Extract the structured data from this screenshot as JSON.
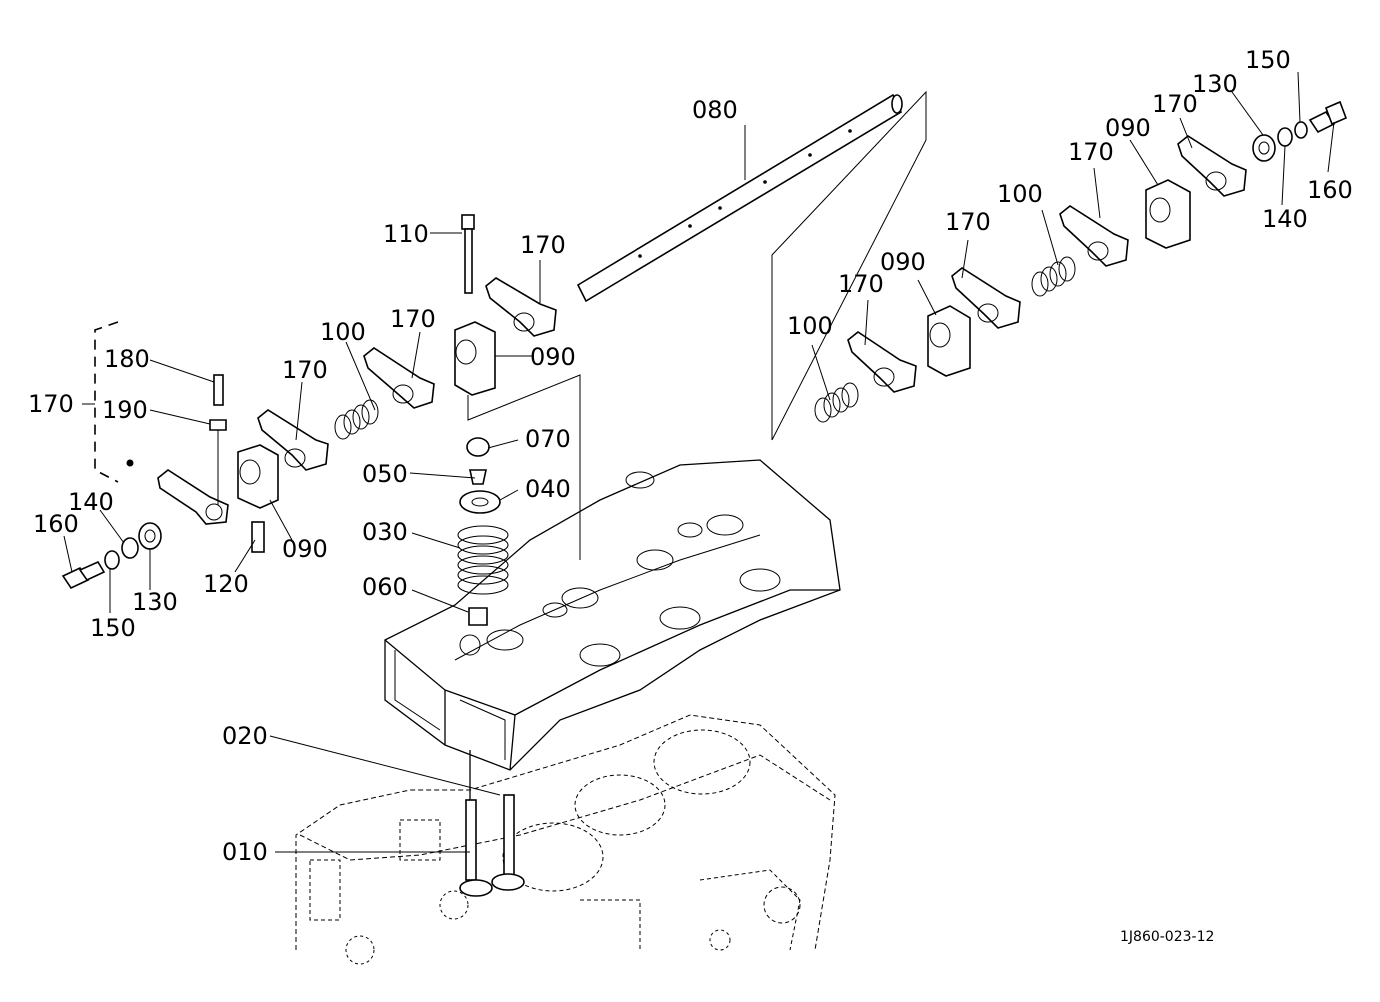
{
  "diagram": {
    "drawing_code": "1J860-023-12",
    "callouts": {
      "l080": "080",
      "l110": "110",
      "l170_a": "170",
      "l100_a": "100",
      "l170_b": "170",
      "l090_a": "090",
      "l170_c": "170",
      "l180": "180",
      "l170_grp": "170",
      "l190": "190",
      "l070": "070",
      "l050": "050",
      "l040": "040",
      "l030": "030",
      "l140_l": "140",
      "l160_l": "160",
      "l090_b": "090",
      "l130_l": "130",
      "l120": "120",
      "l150_l": "150",
      "l060": "060",
      "l020": "020",
      "l010": "010",
      "l150_r": "150",
      "l130_r": "130",
      "l170_r1": "170",
      "l090_r1": "090",
      "l170_r2": "170",
      "l100_r1": "100",
      "l160_r": "160",
      "l140_r": "140",
      "l170_r3": "170",
      "l090_r2": "090",
      "l170_r4": "170",
      "l100_r2": "100"
    }
  }
}
